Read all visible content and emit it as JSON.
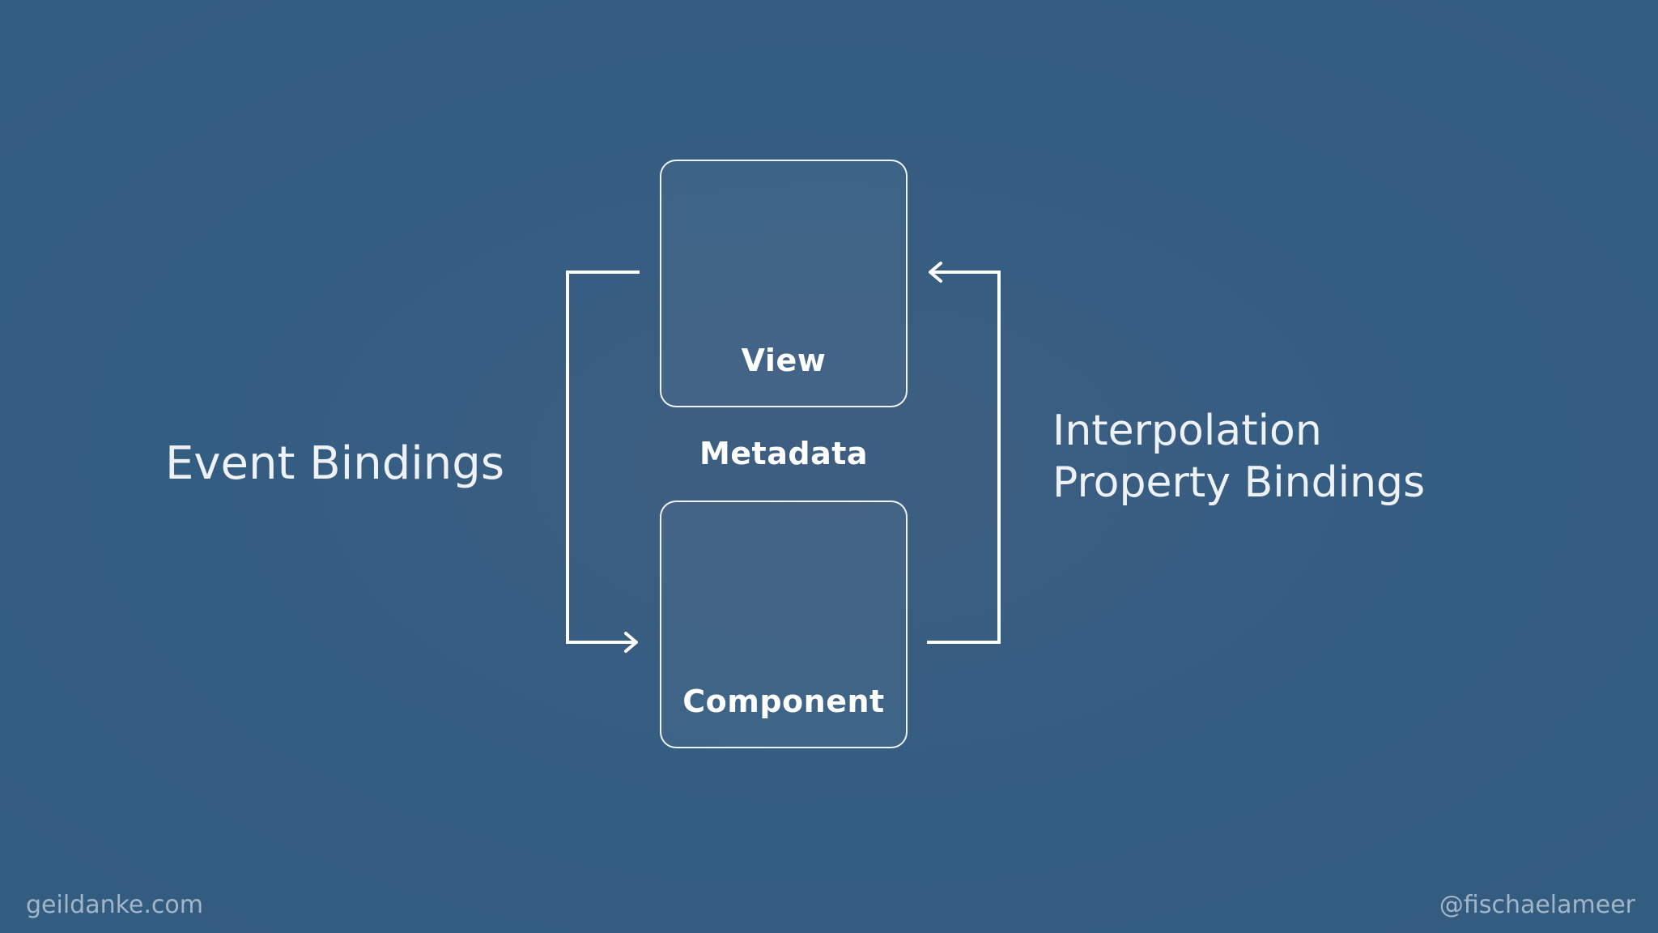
{
  "diagram": {
    "top_box": {
      "label": "View"
    },
    "bottom_box": {
      "label": "Component"
    },
    "middle_label": "Metadata",
    "left_arrow": {
      "label": "Event Bindings",
      "direction": "view-to-component"
    },
    "right_arrow": {
      "lines": [
        "Interpolation",
        "Property Bindings"
      ],
      "direction": "component-to-view"
    }
  },
  "footer": {
    "left": "geildanke.com",
    "right": "@fischaelameer"
  },
  "colors": {
    "background": "#355d82",
    "stroke": "#ffffff",
    "text": "#ffffff"
  }
}
